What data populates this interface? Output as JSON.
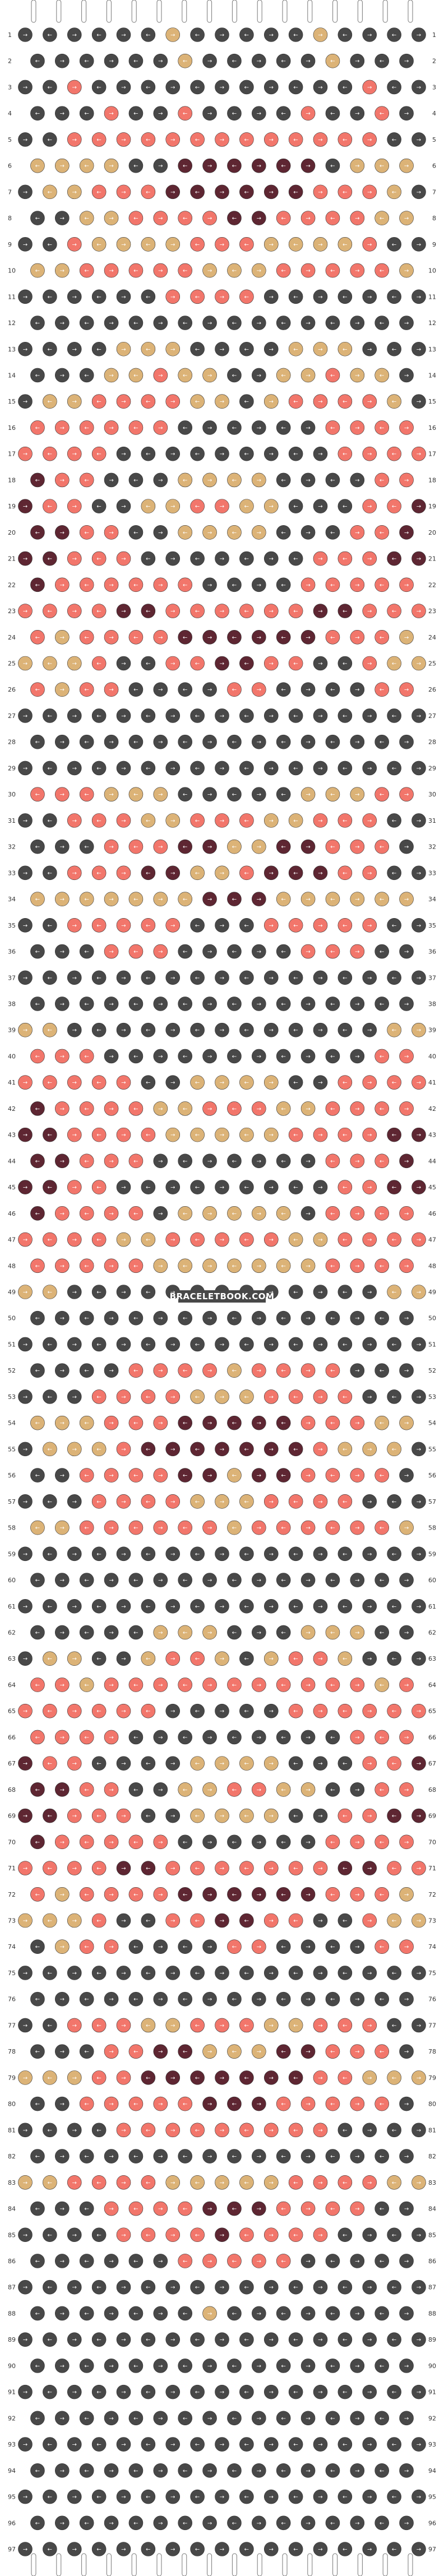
{
  "watermark": "BRACELETBOOK.COM",
  "colors": {
    "charcoal": "#484848",
    "salmon": "#f2766b",
    "tan": "#dcb377",
    "maroon": "#5e2632"
  },
  "strings": [
    "charcoal",
    "charcoal",
    "salmon",
    "charcoal",
    "charcoal",
    "charcoal",
    "charcoal",
    "charcoal",
    "charcoal",
    "charcoal",
    "charcoal",
    "charcoal",
    "charcoal",
    "salmon",
    "charcoal",
    "charcoal"
  ],
  "row_count": 97,
  "row_labels": [
    "1",
    "2",
    "3",
    "4",
    "5",
    "6",
    "7",
    "8",
    "9",
    "10",
    "11",
    "12",
    "13",
    "14",
    "15",
    "16",
    "17",
    "18",
    "19",
    "20",
    "21",
    "22",
    "23",
    "24",
    "25",
    "26",
    "27",
    "28",
    "29",
    "30",
    "31",
    "32",
    "33",
    "34",
    "35",
    "36",
    "37",
    "38",
    "39",
    "40",
    "41",
    "42",
    "43",
    "44",
    "45",
    "46",
    "47",
    "48",
    "49",
    "50",
    "51",
    "52",
    "53",
    "54",
    "55",
    "56",
    "57",
    "58",
    "59",
    "60",
    "61",
    "62",
    "63",
    "64",
    "65",
    "66",
    "67",
    "68",
    "69",
    "70",
    "71",
    "72",
    "73",
    "74",
    "75",
    "76",
    "77",
    "78",
    "79",
    "80",
    "81",
    "82",
    "83",
    "84",
    "85",
    "86",
    "87",
    "88",
    "89",
    "90",
    "91",
    "92",
    "93",
    "94",
    "95",
    "96",
    "97"
  ],
  "pattern_rows": [
    "CCCCCCTCCCCCTCCCC",
    "CCCCCCTCCCCCTCCCC",
    "CCSCCCCCCCCCCCSCC",
    "CCCSCCSCCCCSCCSCC",
    "CCSSSSSSSSSSSSSCC",
    "TTTTCCMMMMMMCTTTT",
    "CTTSSSMMMMMMSSSTC",
    "CCTTSSSSMMSSSSTTC",
    "CCSTTTTSSSTTTTSCC",
    "TTSSSSSTTTSSSSSTT",
    "CCCCCCSSSSCCCCCCC",
    "CCCCCCCCCCCCCCCCC",
    "CCCCTTTCCCCTTTCCC",
    "CCCTTSTTCCTTSTTCC",
    "CTTSSSSTTCTSSSSTC",
    "SSSSSSCCCCCCSSSSS",
    "SSSSCCCCCCCCCSSSS",
    "MSSCCCTTTTCCCCSSM",
    "MSSCCTTSSTTCCCSSM",
    "MMSSCCTTTTCCCSSMM",
    "MMSSSCCCCCCCSSSMM",
    "MSSSSSSCCCCSSSSSM",
    "SSSSMMSSSSSSMMSSS",
    "STSSSSMMMMMMSSSTS",
    "TTTSCCSSMMSSCCSTT",
    "STSSCCCCSSCCCCSSS",
    "CCCCCCCCCCCCCCCCC",
    "CCCCCCCCCCCCCCCCC",
    "CCCCCCCCCCCCCCCCC",
    "SSSTTTCCCCCTTTSSS",
    "CCSSSTTSSSTTSSSCC",
    "CCCSSSMMTTMMSSSCC",
    "CCSSSMMTTSMMMSSCC",
    "TTTTTTTMMMTTTTTTT",
    "CCSSSSSCCCSSSSSCC",
    "CCCSSSCCCCCSSSCCC",
    "CCCCCCCCCCCCCCCCC",
    "CCCCCCCCCCCCCCCCC",
    "TTCCCCCCCCCCCCCTT",
    "SSSCCCCCCCCCCCSSS",
    "SSSSSCCTTTTCCSSSS",
    "MSSSSTTSSSTTSSSSM",
    "MMSSSSTTTTTSSSSMM",
    "MMSSSCCCCCCCSSSMM",
    "MMSSCCCCCCCCCSSMM",
    "MSSSSCTTTTTCSSSSM",
    "SSSSTTSSSSSTTSSSS",
    "SSSSSTTTTTTTSSSSS",
    "TTCCCCCCCCCCCCCTT",
    "CCCCCCCCCCCCCCCCC",
    "CCCCCCCCCCCCCCCCC",
    "CCCCSSSSTSSSSCCCC",
    "CCCSSSSTTTSSSSCCC",
    "TTTSSSMMMMMSSSTTT",
    "CTTTSMMMMMMMSTTTC",
    "CCSSSSMMTMMSSSSCC",
    "CCCSSSSTTTSSSSCCC",
    "TTSSSSSSTSSSSSSTT",
    "CCCCCCCCCCCCCCCCC",
    "CCCCCCCCCCCCCCCCC",
    "CCCCCCCCCCCCCCCCC",
    "CCCCCTTTCCCTTTCCC",
    "CTTCCTSSTCTSSTCCC",
    "SSTSSSSSSSSSSSTSS",
    "SSSSSSCCCCCSSSSSS",
    "SSSSCCCCCCCCCSSSS",
    "MSSCCCCTTTTCCCSSM",
    "MMSSCCTTSSTTCCSSM",
    "MMSSSCCTTTTCCSSMM",
    "MSSSSSCCCCCCSSSSM",
    "SSSSMMSSSSSSSMMSS",
    "STSSSSMMMMMMSSSTS",
    "TTTSCCSSMMSSCCSTT",
    "CTSSCCCCSSCCCCSSC",
    "CCCCCCCCCCCCCCCCC",
    "CCCCCCCCCCCCCCCCC",
    "CCSSSTTSSSTTSSSCC",
    "CCCSSMMTTTMMSSSCC",
    "TTTSSMMMMMMMSSTTT",
    "CCSSSSSMMMSSSSSCC",
    "CCCCSSSSSSSSSCCCC",
    "CCCCCCCCCCCCCCCCC",
    "TTSSSSTTTTTSSSSTT",
    "CCCSSSSMMMSSSSCCC",
    "CCCCSSSSMSSSSCCCC",
    "CCCCCCSSSSSCCCCCC",
    "CCCCCCCCCCCCCCCCC",
    "CCCCCCCTCCCCCCCCC",
    "CCCCCCCCCCCCCCCCC",
    "CCCCCCCCCCCCCCCCC",
    "CCCCCCCCCCCCCCCCC",
    "CCCCCCCCCCCCCCCCC",
    "CCCCCCCCCCCCCCCCC",
    "CCCCCCCCCCCCCCCCC",
    "CCCCCCCCCCCCCCCCC",
    "CCCCCCCCCCCCCCCCC",
    "CCCCCCCCCCCCCCCCC"
  ]
}
